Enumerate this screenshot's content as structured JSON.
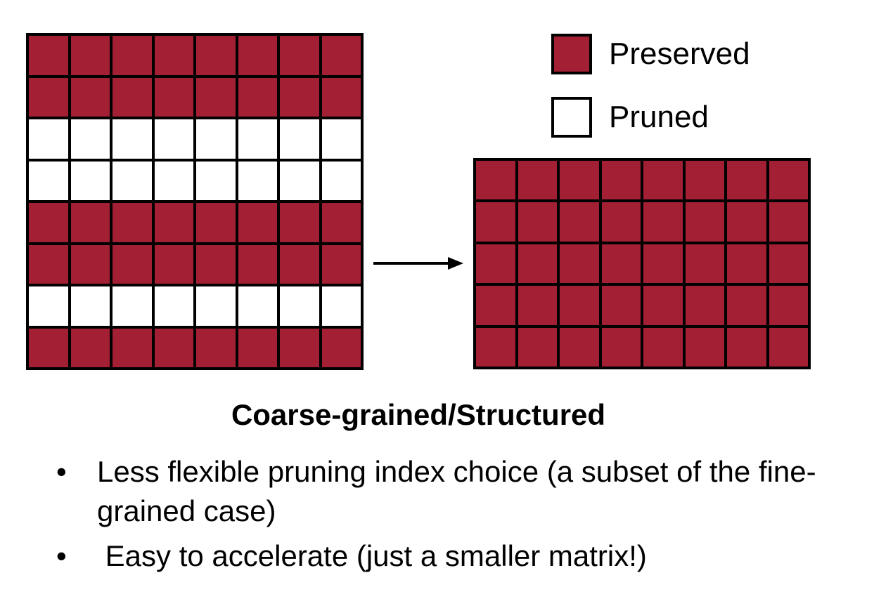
{
  "colors": {
    "preserved": "#a31f34",
    "pruned": "#ffffff",
    "border": "#000000"
  },
  "original_matrix": {
    "rows": 8,
    "cols": 8,
    "row_states": [
      "preserved",
      "preserved",
      "pruned",
      "pruned",
      "preserved",
      "preserved",
      "pruned",
      "preserved"
    ]
  },
  "pruned_matrix": {
    "rows": 5,
    "cols": 8,
    "row_states": [
      "preserved",
      "preserved",
      "preserved",
      "preserved",
      "preserved"
    ]
  },
  "legend": {
    "preserved_label": "Preserved",
    "pruned_label": "Pruned"
  },
  "caption": "Coarse-grained/Structured",
  "bullets": [
    {
      "marker": "•",
      "text": "Less flexible pruning index choice (a subset of the fine-grained case)"
    },
    {
      "marker": "•",
      "text": " Easy to accelerate (just a smaller matrix!)"
    }
  ]
}
